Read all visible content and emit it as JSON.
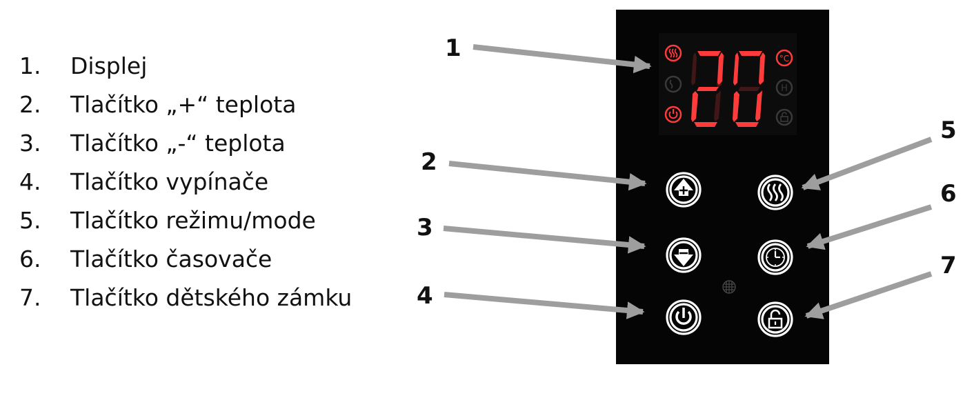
{
  "legend": [
    {
      "num": "1.",
      "label": "Displej"
    },
    {
      "num": "2.",
      "label": "Tlačítko „+“ teplota"
    },
    {
      "num": "3.",
      "label": "Tlačítko „-“ teplota"
    },
    {
      "num": "4.",
      "label": "Tlačítko vypínače"
    },
    {
      "num": "5.",
      "label": "Tlačítko režimu/mode"
    },
    {
      "num": "6.",
      "label": "Tlačítko časovače"
    },
    {
      "num": "7.",
      "label": "Tlačítko dětského zámku"
    }
  ],
  "callouts": [
    "1",
    "2",
    "3",
    "4",
    "5",
    "6",
    "7"
  ],
  "display": {
    "readout": "20",
    "unit": "°C",
    "h_indicator": "H"
  },
  "colors": {
    "panel": "#050505",
    "display_red": "#ff3b3b",
    "arrow": "#9e9e9e",
    "button": "#ffffff"
  }
}
